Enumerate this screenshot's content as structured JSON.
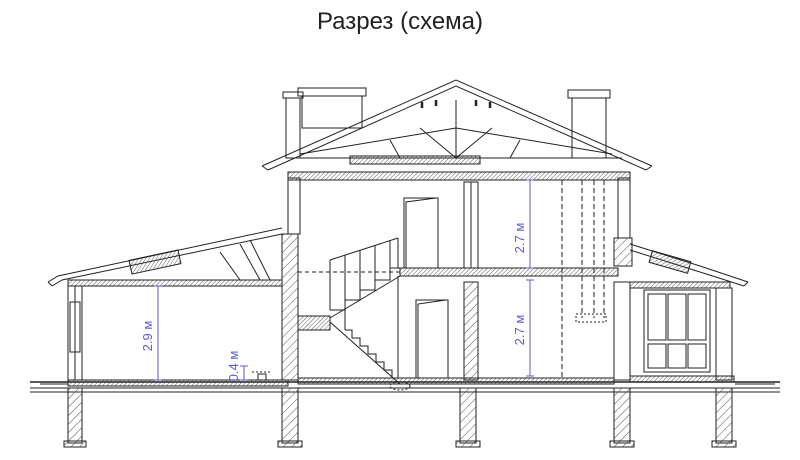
{
  "title": "Разрез (схема)",
  "dimensions": {
    "upper_floor_height": "2.7 м",
    "lower_floor_height": "2.7 м",
    "left_wing_height": "2.9 м",
    "step_height": "0.4 м"
  },
  "colors": {
    "line": "#222222",
    "dimension": "#5b5bd6",
    "hatch": "#555555"
  }
}
